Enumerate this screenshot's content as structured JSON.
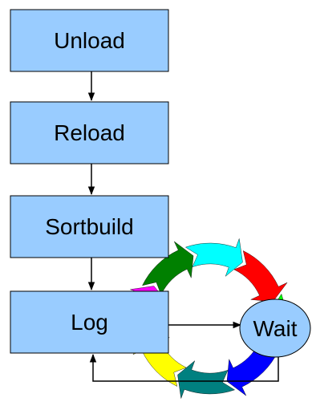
{
  "steps": [
    {
      "label": "Unload"
    },
    {
      "label": "Reload"
    },
    {
      "label": "Sortbuild"
    },
    {
      "label": "Log"
    }
  ],
  "wait": {
    "label": "Wait"
  },
  "colors": {
    "box_fill": "#99ccff",
    "wait_fill": "#99ccff",
    "cycle": [
      "#ff0000",
      "#00ff00",
      "#0000ff",
      "#008080",
      "#ffff00",
      "#ff00ff",
      "#008000",
      "#00ffff"
    ]
  }
}
